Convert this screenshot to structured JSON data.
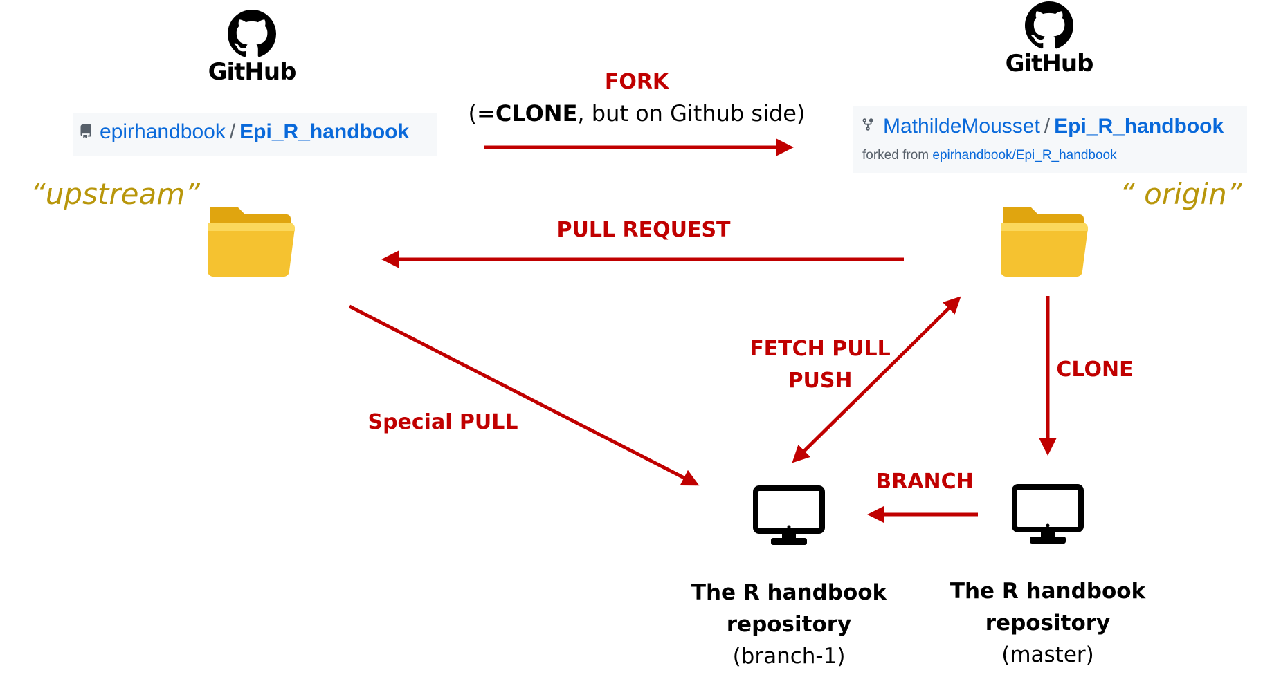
{
  "left_logo": {
    "icon": "github-octocat-icon",
    "text": "GitHub"
  },
  "right_logo": {
    "icon": "github-octocat-icon",
    "text": "GitHub"
  },
  "left_repo": {
    "icon": "repo-icon",
    "owner": "epirhandbook",
    "separator": "/",
    "name": "Epi_R_handbook"
  },
  "right_repo": {
    "icon": "fork-icon",
    "owner": "MathildeMousset",
    "separator": "/",
    "name": "Epi_R_handbook",
    "forked_prefix": "forked from",
    "forked_source": "epirhandbook/Epi_R_handbook"
  },
  "upstream_label": "“upstream”",
  "origin_label": "“ origin”",
  "fork": {
    "label": "FORK",
    "note_prefix": "(=",
    "note_bold": "CLONE",
    "note_suffix": ", but on Github side)"
  },
  "pull_request_label": "PULL REQUEST",
  "special_pull_label": "Special PULL",
  "fetch_pull_label": "FETCH PULL",
  "push_label": "PUSH",
  "clone_label": "CLONE",
  "branch_label": "BRANCH",
  "branch_repo": {
    "line1": "The R handbook",
    "line2": "repository",
    "line3": "(branch-1)"
  },
  "master_repo": {
    "line1": "The R handbook",
    "line2": "repository",
    "line3": "(master)"
  },
  "colors": {
    "arrow": "#c00000",
    "quote": "#b8960b",
    "link": "#0969da",
    "folder": "#f5c230"
  }
}
